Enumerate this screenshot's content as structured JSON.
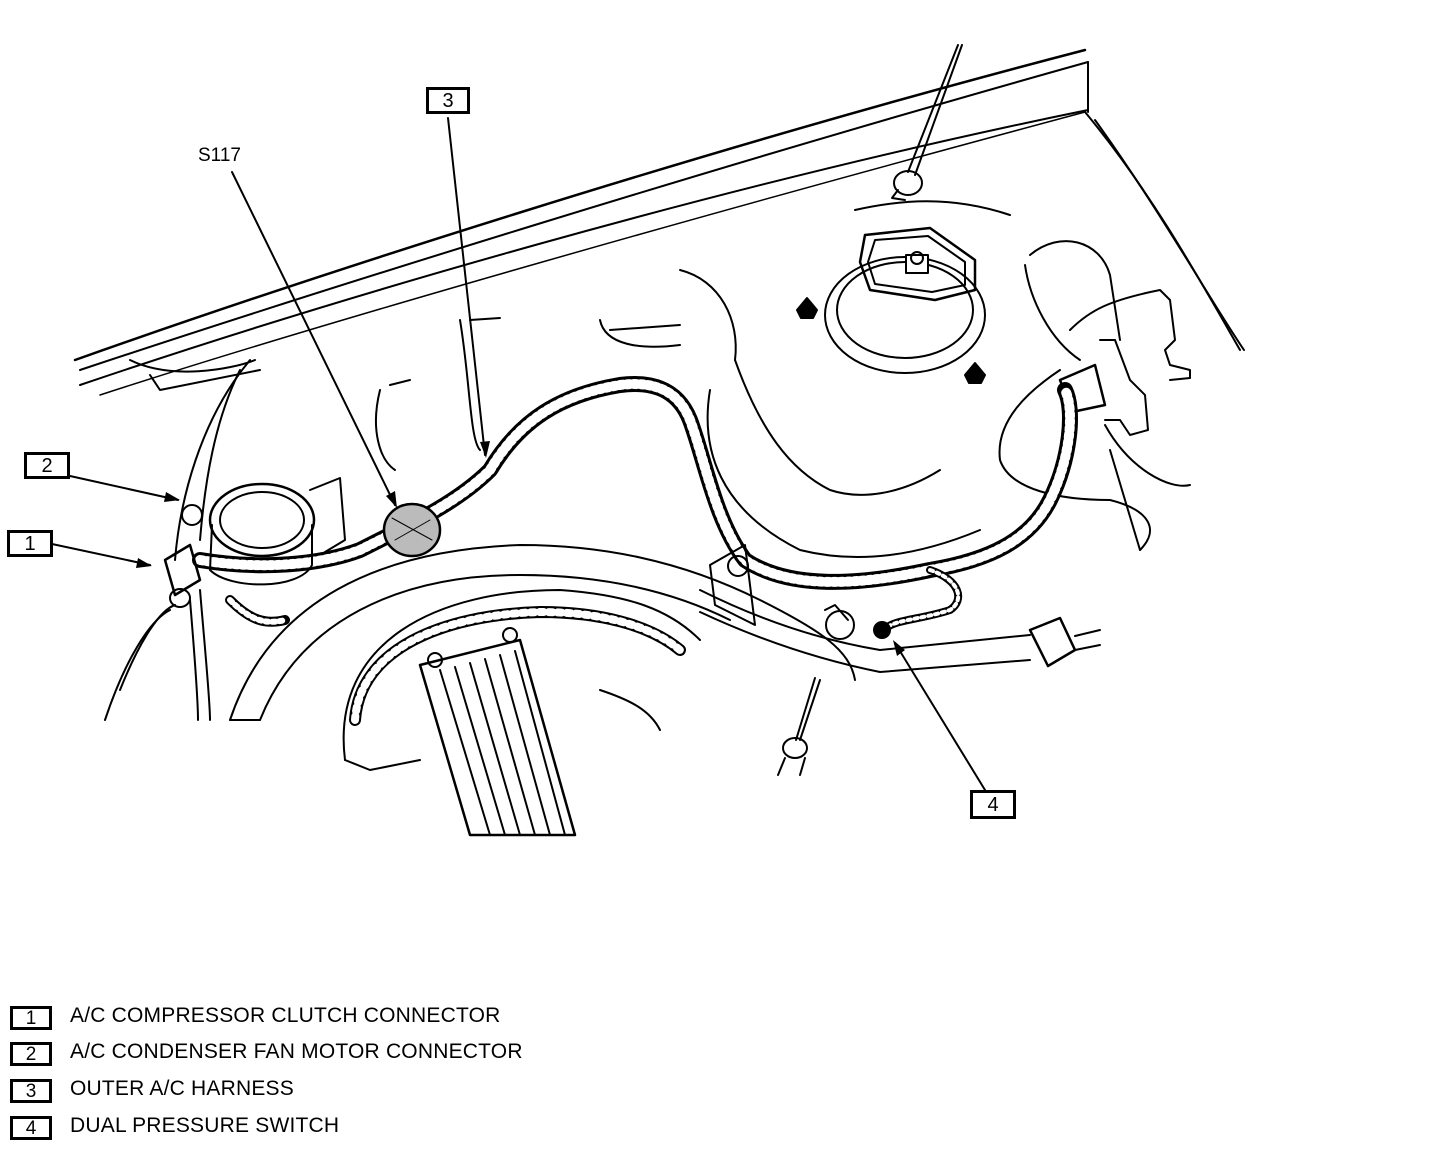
{
  "diagram": {
    "splice_label": "S117",
    "callouts": [
      "1",
      "2",
      "3",
      "4"
    ]
  },
  "legend": [
    {
      "num": "1",
      "text": "A/C COMPRESSOR CLUTCH CONNECTOR"
    },
    {
      "num": "2",
      "text": "A/C CONDENSER FAN MOTOR CONNECTOR"
    },
    {
      "num": "3",
      "text": "OUTER A/C HARNESS"
    },
    {
      "num": "4",
      "text": "DUAL PRESSURE SWITCH"
    }
  ],
  "colors": {
    "ink": "#000000",
    "paper": "#ffffff"
  }
}
